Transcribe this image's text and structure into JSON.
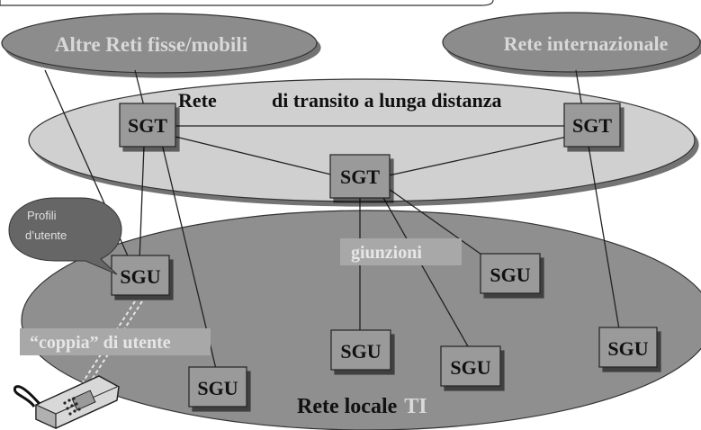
{
  "clouds": {
    "altre_reti": "Altre Reti fisse/mobili",
    "rete_internazionale": "Rete internazionale"
  },
  "transit": {
    "label_rete": "Rete",
    "label_transito": "di transito a lunga distanza"
  },
  "nodes": {
    "sgt": "SGT",
    "sgu": "SGU"
  },
  "local": {
    "label": "Rete locale",
    "label_ti": "TI",
    "giunzioni": "giunzioni",
    "coppia": "“coppia” di utente"
  },
  "callout": {
    "line1": "Profili",
    "line2": "d’utente"
  },
  "colors": {
    "top_cloud": "#8c8c8c",
    "transit_ellipse": "#d0d0d0",
    "local_ellipse": "#8f8f8f",
    "node_fill": "#9a9a9a",
    "callout": "#666666",
    "label_box": "#a8a8a8",
    "ti_accent": "#d9d9d9"
  }
}
